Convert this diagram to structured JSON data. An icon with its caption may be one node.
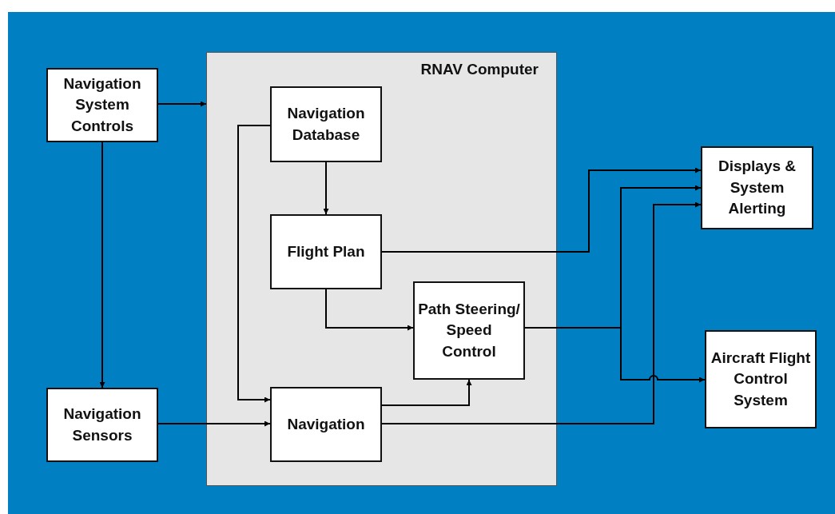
{
  "diagram": {
    "nodes": [
      {
        "text": [
          "Navigation System Controls"
        ]
      },
      {
        "text": [
          "RNAV Computer"
        ]
      },
      {
        "text": [
          "Navigation Database"
        ],
        "in": 1
      },
      {
        "text": [
          "Flight Plan"
        ],
        "in": 1
      },
      {
        "text": [
          "Path Steering/ Speed Control"
        ],
        "in": 1
      },
      {
        "text": [
          "Navigation"
        ],
        "in": 1
      },
      {
        "text": [
          "Navigation Sensors"
        ]
      },
      {
        "text": [
          "Displays & System Alerting"
        ]
      },
      {
        "text": [
          "Aircraft Flight Control System"
        ]
      }
    ],
    "edges": [
      {
        "from": 0,
        "to": 1,
        "arrow": "to"
      },
      {
        "from": 0,
        "to": 6,
        "arrow": "to"
      },
      {
        "from": 2,
        "to": 3,
        "arrow": "to"
      },
      {
        "from": 2,
        "to": 5,
        "arrow": "to"
      },
      {
        "from": 3,
        "to": 4,
        "arrow": "to"
      },
      {
        "from": 6,
        "to": 5,
        "arrow": "to"
      },
      {
        "from": 5,
        "to": 4,
        "arrow": "to"
      },
      {
        "from": 3,
        "to": 7,
        "arrow": "to"
      },
      {
        "from": 4,
        "to": 7,
        "arrow": "to"
      },
      {
        "from": 4,
        "to": 8,
        "arrow": "to"
      },
      {
        "from": 5,
        "to": 7,
        "arrow": "to"
      }
    ]
  }
}
